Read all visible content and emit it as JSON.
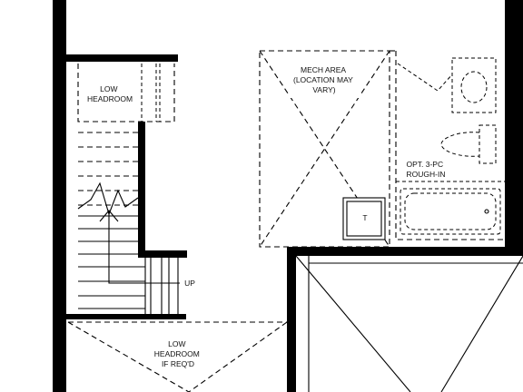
{
  "labels": {
    "low_headroom_top": [
      "LOW",
      "HEADROOM"
    ],
    "mech_area": [
      "MECH AREA",
      "(LOCATION MAY",
      "VARY)"
    ],
    "rough_in": [
      "OPT. 3-PC",
      "ROUGH-IN"
    ],
    "low_headroom_bottom": [
      "LOW",
      "HEADROOM",
      "IF REQ'D"
    ],
    "stair_direction": "UP",
    "water_heater": "T"
  },
  "icons": [
    "stair-arrow",
    "water-heater-tank",
    "toilet-fixture",
    "bathtub-fixture",
    "sink-fixture"
  ]
}
